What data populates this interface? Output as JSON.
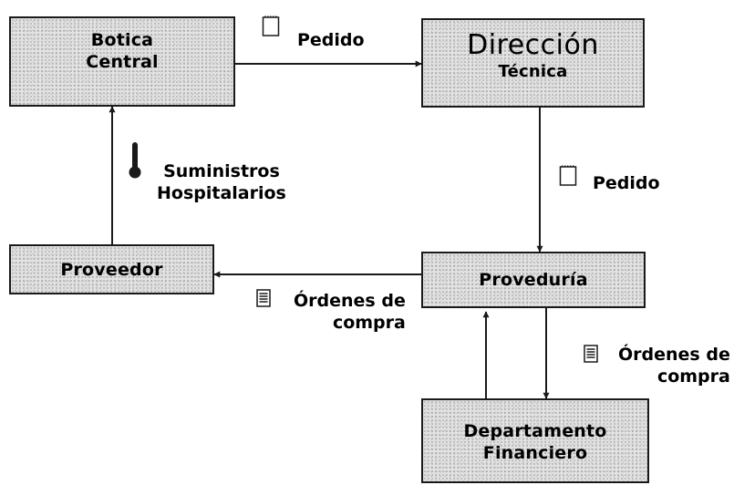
{
  "nodes": {
    "botica": {
      "line1": "Botica",
      "line2": "Central"
    },
    "direccion": {
      "line1": "Dirección",
      "line2": "Técnica"
    },
    "proveedor": {
      "line1": "Proveedor"
    },
    "proveduria": {
      "line1": "Proveduría"
    },
    "financiero": {
      "line1": "Departamento",
      "line2": "Financiero"
    }
  },
  "edge_labels": {
    "pedido_top": "Pedido",
    "pedido_right": "Pedido",
    "suministros_1": "Suministros",
    "suministros_2": "Hospitalarios",
    "ordenes_left_1": "Órdenes de",
    "ordenes_left_2": "compra",
    "ordenes_right_1": "Órdenes de",
    "ordenes_right_2": "compra"
  },
  "icons": {
    "pedido_top": "notepad-icon",
    "pedido_right": "notepad-icon",
    "suministros": "thermometer-icon",
    "ordenes_left": "document-icon",
    "ordenes_right": "document-icon"
  },
  "colors": {
    "line": "#1a1a1a",
    "box_fill": "#e2e2e2"
  }
}
